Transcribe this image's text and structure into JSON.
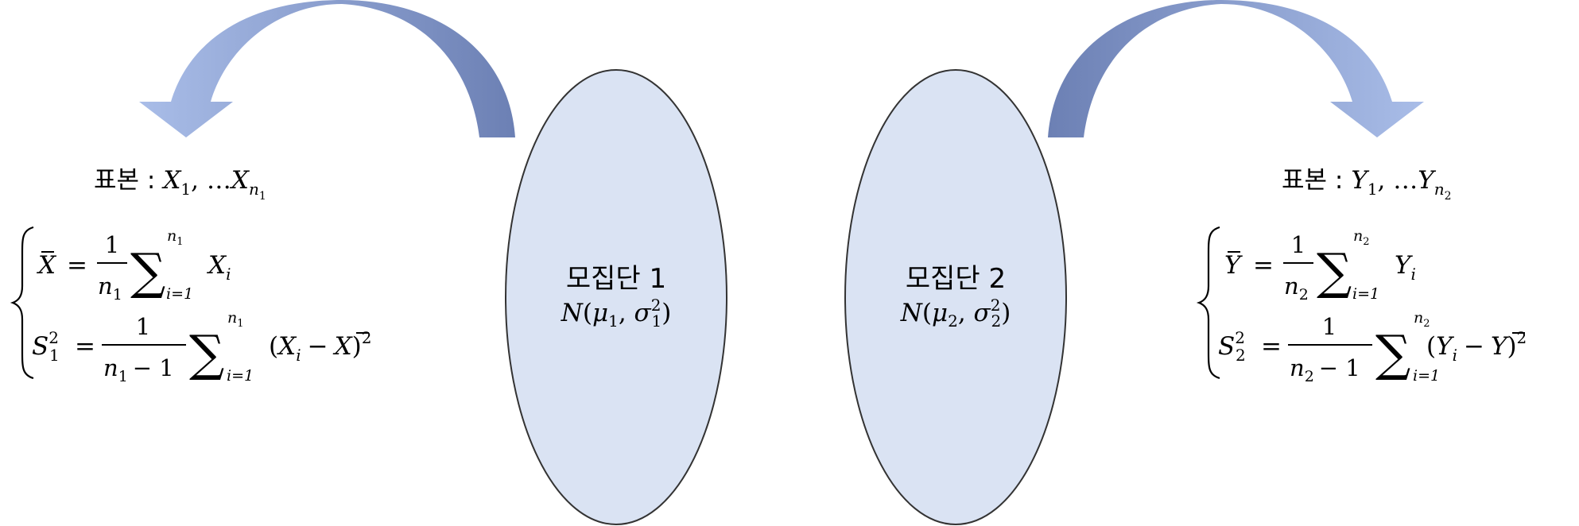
{
  "population1": {
    "label": "모집단 1",
    "dist_N": "N",
    "mu": "μ",
    "mu_sub": "1",
    "sigma": "σ",
    "sigma_sub": "1",
    "sigma_sup": "2"
  },
  "population2": {
    "label": "모집단 2",
    "dist_N": "N",
    "mu": "μ",
    "mu_sub": "2",
    "sigma": "σ",
    "sigma_sub": "2",
    "sigma_sup": "2"
  },
  "sample1": {
    "prefix": "표본 :",
    "var": "X",
    "first_sub": "1",
    "ellipsis": "…",
    "last_sub_n": "n",
    "last_sub_idx": "1",
    "mean_var": "X",
    "one": "1",
    "n": "n",
    "n_sub": "1",
    "sum_lower": "i=1",
    "sum_upper_n": "n",
    "sum_upper_sub": "1",
    "xi": "X",
    "xi_sub": "i",
    "s": "S",
    "s_sub": "1",
    "s_sup": "2",
    "minus_one": "− 1",
    "sq": "2"
  },
  "sample2": {
    "prefix": "표본 :",
    "var": "Y",
    "first_sub": "1",
    "ellipsis": "…",
    "last_sub_n": "n",
    "last_sub_idx": "2",
    "mean_var": "Y",
    "one": "1",
    "n": "n",
    "n_sub": "2",
    "sum_lower": "i=1",
    "sum_upper_n": "n",
    "sum_upper_sub": "2",
    "xi": "Y",
    "xi_sub": "i",
    "s": "S",
    "s_sub": "2",
    "s_sup": "2",
    "minus_one": "− 1",
    "sq": "2"
  },
  "colors": {
    "ellipse_fill": "#dae3f3",
    "ellipse_stroke": "#333333",
    "arrow_light": "#a9bde8",
    "arrow_dark": "#6c80b4"
  }
}
